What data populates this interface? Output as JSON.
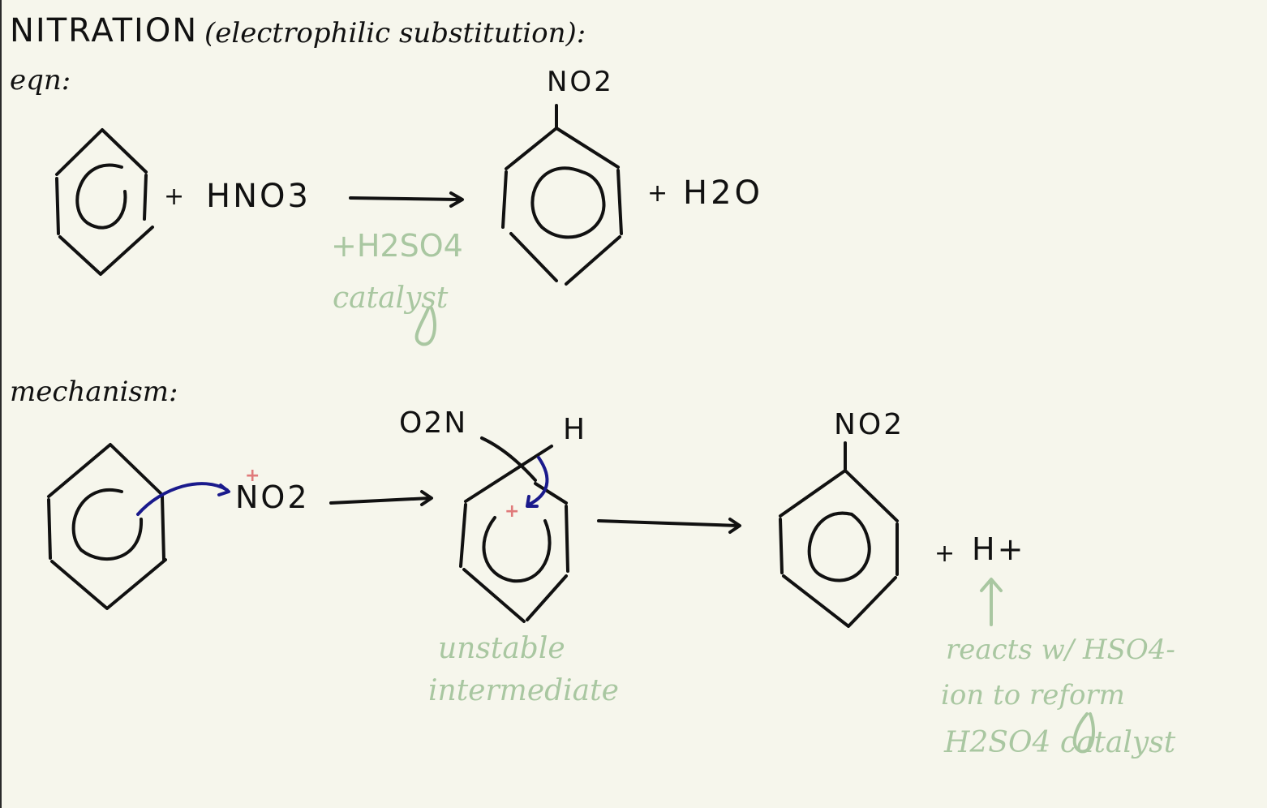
{
  "title": {
    "main": "NITRATION",
    "sub": "(electrophilic substitution):"
  },
  "equation": {
    "label": "eqn:",
    "plus1": "+",
    "reagent": "HNO3",
    "catalyst_formula": "+H2SO4",
    "catalyst_word": "catalyst",
    "product_substituent": "NO2",
    "plus2": "+",
    "byproduct": "H2O"
  },
  "mechanism": {
    "label": "mechanism:",
    "electrophile": "NO2",
    "electrophile_charge": "+",
    "intermediate_left": "O2N",
    "intermediate_right": "H",
    "intermediate_charge": "+",
    "intermediate_note_1": "unstable",
    "intermediate_note_2": "intermediate",
    "product_substituent": "NO2",
    "plus": "+",
    "proton": "H+",
    "proton_note_1": "reacts w/ HSO4-",
    "proton_note_2": "ion to reform",
    "proton_note_3": "H2SO4 catalyst"
  },
  "colors": {
    "ink": "#111111",
    "annotation": "#a9c7a1",
    "arrow": "#1a1a8c",
    "charge": "#e07a7a",
    "background": "#f6f6ec"
  }
}
